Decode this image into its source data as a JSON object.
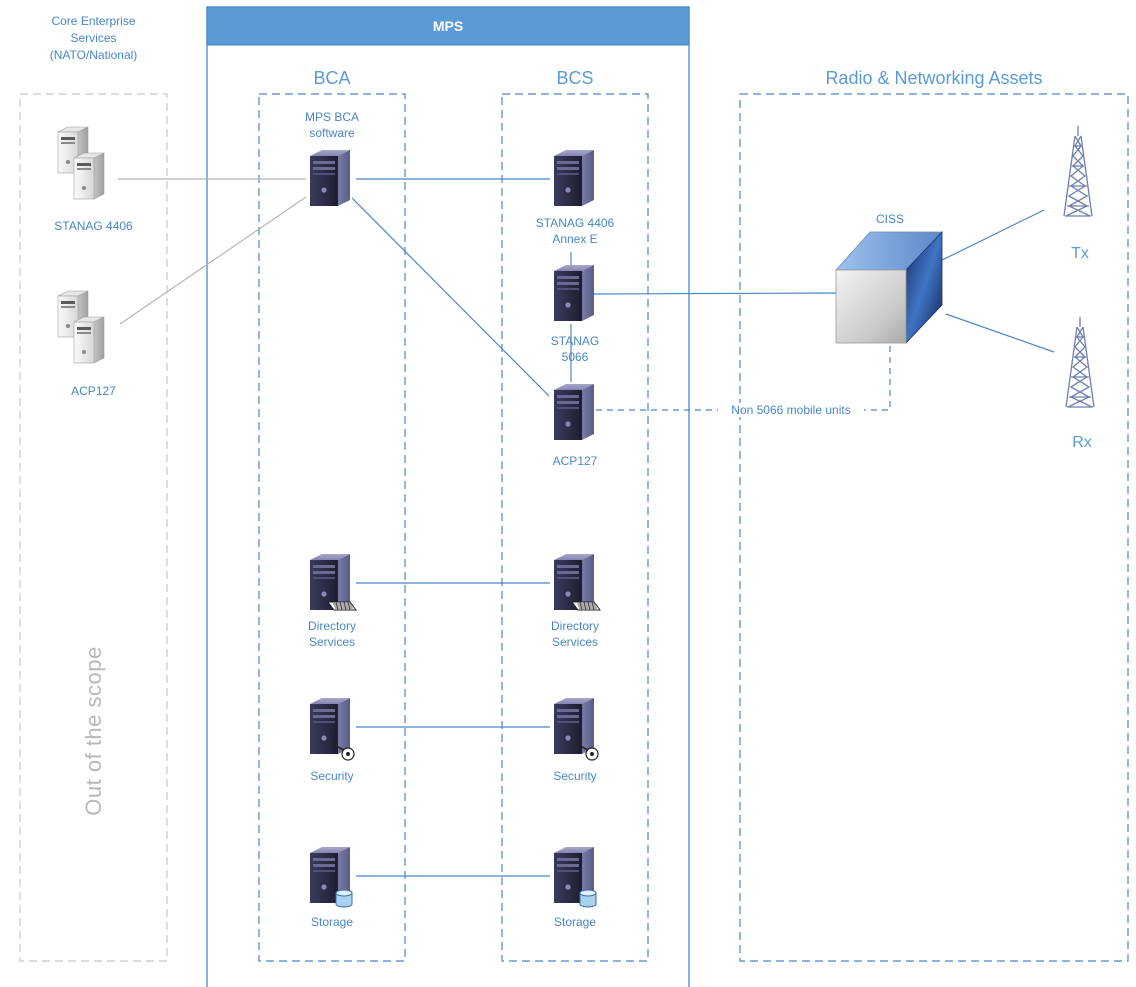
{
  "zones": {
    "core": {
      "title": "Core Enterprise Services (NATO/National)",
      "title_lines": [
        "Core Enterprise",
        "Services",
        "(NATO/National)"
      ],
      "scope_note": "Out of the scope"
    },
    "mps": {
      "title": "MPS"
    },
    "bca": {
      "title": "BCA"
    },
    "bcs": {
      "title": "BCS"
    },
    "radio": {
      "title": "Radio & Networking Assets"
    }
  },
  "nodes": {
    "core_stanag4406": "STANAG 4406",
    "core_acp127": "ACP127",
    "bca_software": [
      "MPS BCA",
      "software"
    ],
    "bca_directory": [
      "Directory",
      "Services"
    ],
    "bca_security": "Security",
    "bca_storage": "Storage",
    "bcs_stanag4406": [
      "STANAG 4406",
      "Annex E"
    ],
    "bcs_stanag5066": [
      "STANAG",
      "5066"
    ],
    "bcs_acp127": "ACP127",
    "bcs_directory": [
      "Directory",
      "Services"
    ],
    "bcs_security": "Security",
    "bcs_storage": "Storage",
    "ciss": "CISS",
    "tx": "Tx",
    "rx": "Rx"
  },
  "connections": {
    "non5066_label": "Non 5066 mobile units"
  },
  "colors": {
    "accent": "#5b9bd5",
    "dashed_border": "#4a86c5",
    "grey_zone": "#c8c8c8",
    "mps_header": "#5b9bd5",
    "line_blue": "#4a86c5",
    "line_grey": "#b5b5b5"
  },
  "icons": {
    "core_servers": "server-stack-icon",
    "mps_servers": "server-tower-icon",
    "ciss": "cube-device-icon",
    "antenna": "radio-tower-icon"
  }
}
